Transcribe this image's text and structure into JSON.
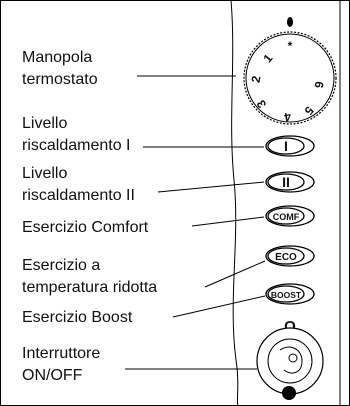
{
  "labels": {
    "knob_line1": "Manopola",
    "knob_line2": "termostato",
    "level1_line1": "Livello",
    "level1_line2": "riscaldamento I",
    "level2_line1": "Livello",
    "level2_line2": "riscaldamento II",
    "comfort": "Esercizio Comfort",
    "eco_line1": "Esercizio a",
    "eco_line2": "temperatura ridotta",
    "boost": "Esercizio Boost",
    "switch_line1": "Interruttore",
    "switch_line2": "ON/OFF"
  },
  "dial": {
    "marks": [
      "*",
      "1",
      "2",
      "3",
      "4",
      "5",
      "6"
    ]
  },
  "buttons": {
    "level1": "I",
    "level2": "II",
    "comfort": "COMF",
    "eco": "ECO",
    "boost": "BOOST"
  },
  "switch": {
    "off_symbol": "O"
  }
}
